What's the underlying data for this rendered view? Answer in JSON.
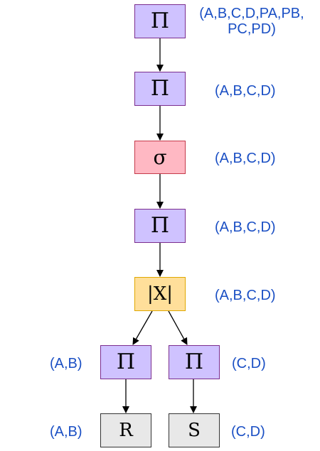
{
  "nodes": {
    "project_top": {
      "symbol": "Π",
      "schema_line1": "(A,B,C,D,PA,PB,",
      "schema_line2": "PC,PD)"
    },
    "project_2": {
      "symbol": "Π",
      "schema": "(A,B,C,D)"
    },
    "select": {
      "symbol": "σ",
      "schema": "(A,B,C,D)"
    },
    "project_3": {
      "symbol": "Π",
      "schema": "(A,B,C,D)"
    },
    "join": {
      "symbol": "|X|",
      "schema": "(A,B,C,D)"
    },
    "project_left": {
      "symbol": "Π",
      "schema": "(A,B)"
    },
    "project_right": {
      "symbol": "Π",
      "schema": "(C,D)"
    },
    "relation_r": {
      "symbol": "R",
      "schema": "(A,B)"
    },
    "relation_s": {
      "symbol": "S",
      "schema": "(C,D)"
    }
  },
  "colors": {
    "projection_fill": "#cfc2ff",
    "selection_fill": "#ffb8c3",
    "join_fill": "#ffdf9a",
    "relation_fill": "#e8e8e8",
    "schema_text": "#1a4fc4",
    "arrow": "#000000"
  }
}
